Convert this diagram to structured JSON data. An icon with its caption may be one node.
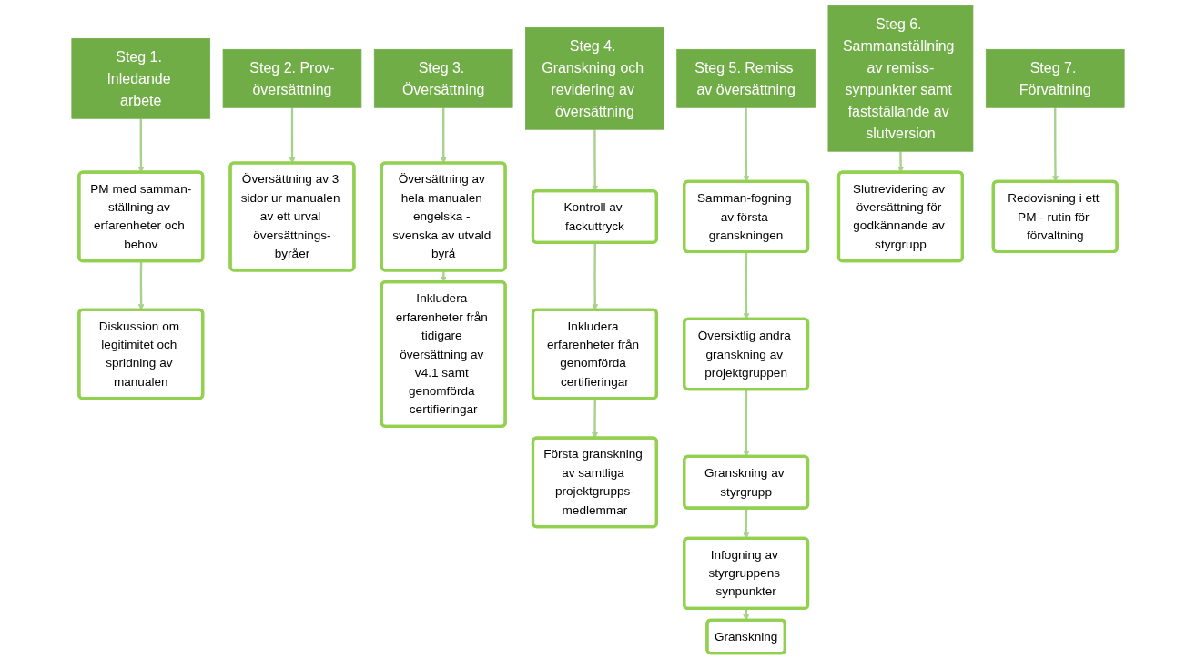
{
  "diagram": {
    "nodes": [
      {
        "text": [
          "Steg 1. Inledande arbete"
        ]
      },
      {
        "text": [
          "PM med samman-ställning av erfarenheter och behov"
        ]
      },
      {
        "text": [
          "Diskussion om legitimitet och spridning av manualen"
        ]
      },
      {
        "text": [
          "Steg 2. Prov-översättning"
        ]
      },
      {
        "text": [
          "Översättning av 3 sidor ur manualen av ett urval översättnings-byråer"
        ]
      },
      {
        "text": [
          "Steg 3. Översättning"
        ]
      },
      {
        "text": [
          "Översättning av hela manualen engelska - svenska av utvald byrå"
        ]
      },
      {
        "text": [
          "Inkludera erfarenheter från tidigare översättning av v4.1 samt genomförda certifieringar"
        ]
      },
      {
        "text": [
          "Steg 4. Granskning och revidering av översättning"
        ]
      },
      {
        "text": [
          "Kontroll av fackuttryck"
        ]
      },
      {
        "text": [
          "Inkludera erfarenheter från genomförda certifieringar"
        ]
      },
      {
        "text": [
          "Första granskning av samtliga projektgrupps-medlemmar"
        ]
      },
      {
        "text": [
          "Steg 5. Remiss av översättning"
        ]
      },
      {
        "text": [
          "Samman-fogning av första granskningen"
        ]
      },
      {
        "text": [
          "Översiktlig andra granskning av projektgruppen"
        ]
      },
      {
        "text": [
          "Granskning av styrgrupp"
        ]
      },
      {
        "text": [
          "Infogning av styrgruppens synpunkter"
        ]
      },
      {
        "text": [
          "Granskning"
        ]
      },
      {
        "text": [
          "Steg 6. Sammanställning av remiss-synpunkter samt fastställande av slutversion"
        ]
      },
      {
        "text": [
          "Slutrevidering av översättning för godkännande av styrgrupp"
        ]
      },
      {
        "text": [
          "Steg 7. Förvaltning"
        ]
      },
      {
        "text": [
          "Redovisning i ett PM - rutin för förvaltning"
        ]
      }
    ],
    "edges": [
      {
        "from": 0,
        "to": 1,
        "arrow": "to"
      },
      {
        "from": 1,
        "to": 2,
        "arrow": "to"
      },
      {
        "from": 3,
        "to": 4,
        "arrow": "to"
      },
      {
        "from": 5,
        "to": 6,
        "arrow": "to"
      },
      {
        "from": 6,
        "to": 7,
        "arrow": "to"
      },
      {
        "from": 8,
        "to": 9,
        "arrow": "to"
      },
      {
        "from": 9,
        "to": 10,
        "arrow": "to"
      },
      {
        "from": 10,
        "to": 11,
        "arrow": "to"
      },
      {
        "from": 12,
        "to": 13,
        "arrow": "to"
      },
      {
        "from": 13,
        "to": 14,
        "arrow": "to"
      },
      {
        "from": 14,
        "to": 15,
        "arrow": "to"
      },
      {
        "from": 15,
        "to": 16,
        "arrow": "to"
      },
      {
        "from": 16,
        "to": 17,
        "arrow": "to"
      },
      {
        "from": 18,
        "to": 19,
        "arrow": "to"
      },
      {
        "from": 20,
        "to": 21,
        "arrow": "to"
      }
    ]
  }
}
